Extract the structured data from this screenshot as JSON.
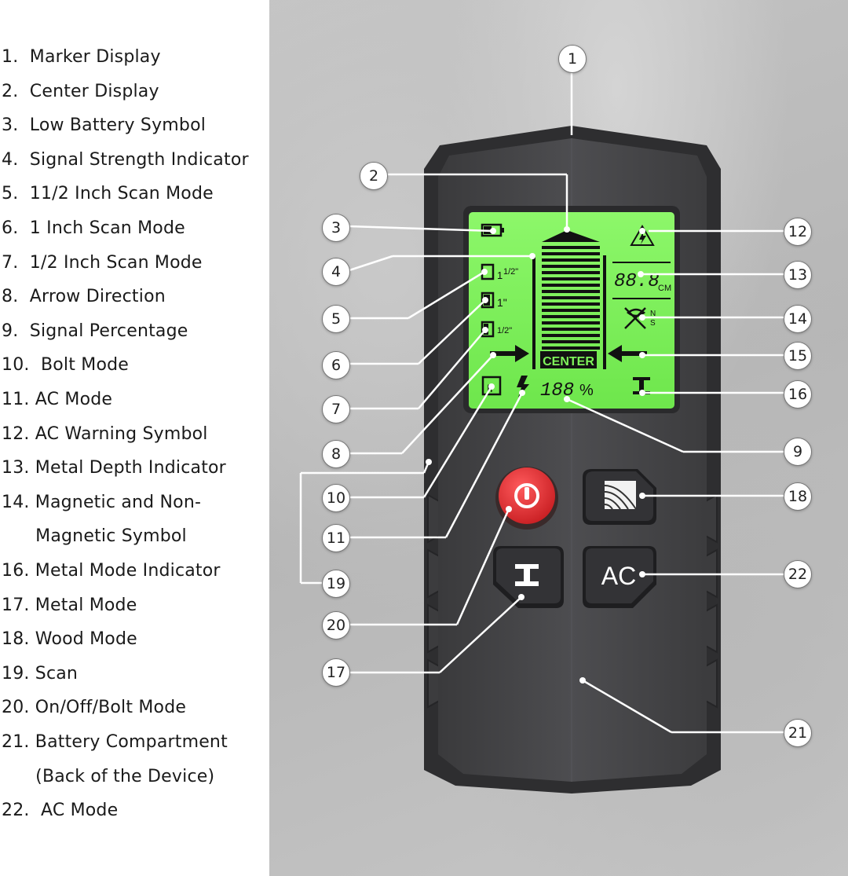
{
  "legend": [
    "1.  Marker Display",
    "2.  Center Display",
    "3.  Low Battery Symbol",
    "4.  Signal Strength Indicator",
    "5.  11/2 Inch Scan Mode",
    "6.  1 Inch Scan Mode",
    "7.  1/2 Inch Scan Mode",
    "8.  Arrow Direction",
    "9.  Signal Percentage",
    "10.  Bolt Mode",
    "11. AC Mode",
    "12. AC Warning Symbol",
    "13. Metal Depth Indicator",
    "14. Magnetic and Non-",
    "      Magnetic Symbol",
    "16. Metal Mode Indicator",
    "17. Metal Mode",
    "18. Wood Mode",
    "19. Scan",
    "20. On/Off/Bolt Mode",
    "21. Battery Compartment",
    "      (Back of the Device)",
    "22.  AC Mode"
  ],
  "callouts": [
    "1",
    "2",
    "3",
    "4",
    "5",
    "6",
    "7",
    "8",
    "9",
    "10",
    "11",
    "12",
    "13",
    "14",
    "15",
    "16",
    "17",
    "18",
    "19",
    "20",
    "21",
    "22"
  ],
  "lcd": {
    "center_label": "CENTER",
    "depth_value": "88.8",
    "depth_unit": "CM",
    "percent_value": "188",
    "percent_sign": "%",
    "mode_1_5": "1",
    "mode_1_5_frac": "1/2\"",
    "mode_1": "1\"",
    "mode_0_5": "1/2\"",
    "mag_n": "N",
    "mag_s": "S",
    "bolt_label": "II"
  },
  "buttons": {
    "ac_label": "AC"
  },
  "colors": {
    "lcd_green": "#7ef25a",
    "device_body": "#4a4a4c",
    "power_red": "#e23236"
  }
}
